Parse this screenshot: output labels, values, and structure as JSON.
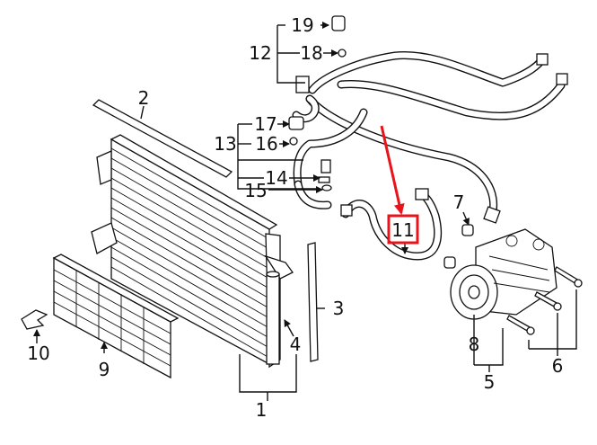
{
  "diagram": {
    "callouts": [
      "1",
      "2",
      "3",
      "4",
      "5",
      "6",
      "7",
      "8",
      "9",
      "10",
      "11",
      "12",
      "13",
      "14",
      "15",
      "16",
      "17",
      "18",
      "19"
    ],
    "highlight": {
      "callout": "11",
      "color": "#e8141b"
    }
  }
}
